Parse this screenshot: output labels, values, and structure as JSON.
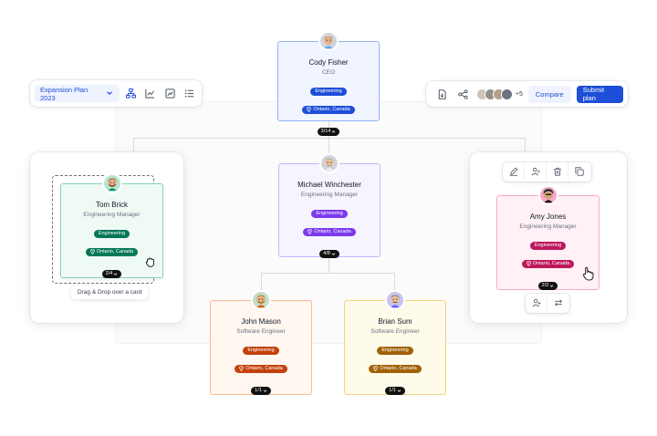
{
  "toolbar_left": {
    "plan_select": "Expansion Plan 2023",
    "icons": [
      "org-chart-icon",
      "line-chart-icon",
      "image-chart-icon",
      "list-icon"
    ]
  },
  "toolbar_right": {
    "icons": [
      "file-export-icon",
      "share-icon"
    ],
    "more_collaborators": "+5",
    "compare_label": "Compare",
    "submit_label": "Submit plan"
  },
  "cards": {
    "ceo": {
      "name": "Cody Fisher",
      "role": "CEO",
      "department": "Engineering",
      "location": "Ontario, Canada",
      "count": "3/14",
      "expanded": true
    },
    "manager": {
      "name": "Michael Winchester",
      "role": "Engineering Manager",
      "department": "Engineering",
      "location": "Ontario, Canada",
      "count": "4/8",
      "expanded": false
    },
    "dragging": {
      "name": "Tom Brick",
      "role": "Engineering Manager",
      "department": "Engineering",
      "location": "Ontario, Canada",
      "count": "2/4"
    },
    "selected": {
      "name": "Amy Jones",
      "role": "Engineering Manager",
      "department": "Engineering",
      "location": "Ontario, Canada",
      "count": "2/2"
    },
    "engineer_1": {
      "name": "John Mason",
      "role": "Software Engineer",
      "department": "Engineering",
      "location": "Ontario, Canada",
      "count": "1/1"
    },
    "engineer_2": {
      "name": "Brian Sum",
      "role": "Software Engineer",
      "department": "Engineering",
      "location": "Ontario, Canada",
      "count": "1/1"
    }
  },
  "drag_hint": "Drag & Drop over a card",
  "card_actions": [
    "edit-icon",
    "reassign-user-icon",
    "delete-icon",
    "duplicate-icon"
  ],
  "card_sub_actions": [
    "add-user-icon",
    "swap-icon"
  ],
  "colors": {
    "primary": "#1d4ed8",
    "ceo_badge": "#1d4ed8",
    "manager_badge": "#7c3aed",
    "dragging_badge": "#047857",
    "selected_badge": "#be185d",
    "engineer_1_badge": "#c2410c",
    "engineer_2_badge": "#a16207"
  }
}
